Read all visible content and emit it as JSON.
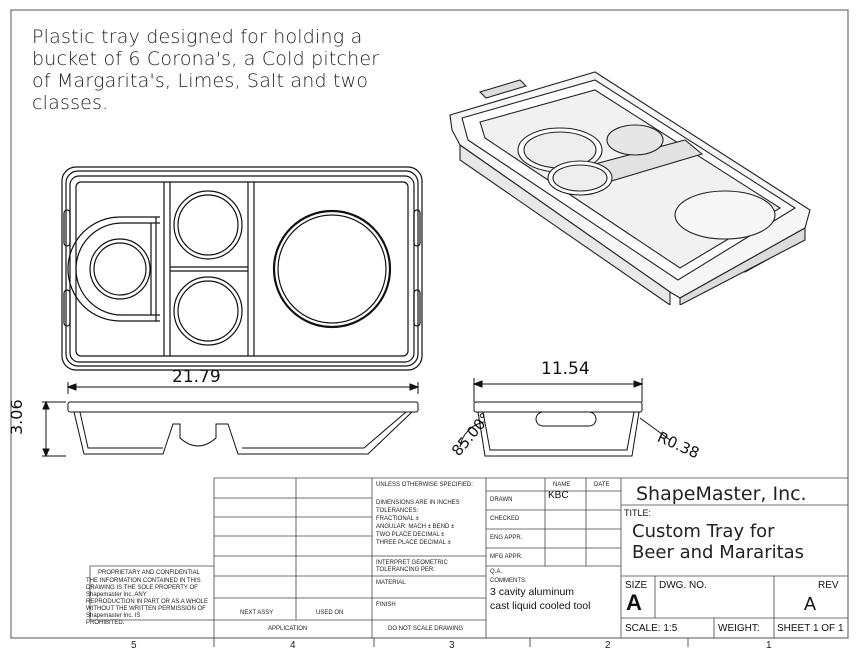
{
  "drawing": {
    "note": "Plastic tray designed for holding a bucket of 6 Corona's, a Cold pitcher of Margarita's, Limes, Salt and two classes.",
    "dimensions": {
      "length": "21.79",
      "height": "3.06",
      "width": "11.54",
      "angle": "85.00°",
      "radius": "R0.38"
    }
  },
  "title_block": {
    "company": "ShapeMaster, Inc.",
    "title_label": "TITLE:",
    "title_line1": "Custom Tray for",
    "title_line2": "Beer and Mararitas",
    "size_label": "SIZE",
    "size_value": "A",
    "dwg_label": "DWG.  NO.",
    "rev_label": "REV",
    "rev_value": "A",
    "scale": "SCALE: 1:5",
    "weight": "WEIGHT:",
    "sheet": "SHEET 1 OF 1",
    "name_header": "NAME",
    "date_header": "DATE",
    "drawn_label": "DRAWN",
    "drawn_name": "KBC",
    "checked_label": "CHECKED",
    "eng_label": "ENG APPR.",
    "mfg_label": "MFG APPR.",
    "qa_label": "Q.A.",
    "comments_label": "COMMENTS:",
    "comments_text1": "3 cavity aluminum",
    "comments_text2": "cast liquid cooled tool",
    "unless": "UNLESS OTHERWISE SPECIFIED:",
    "dims_in": "DIMENSIONS ARE IN INCHES",
    "tolerances": "TOLERANCES:",
    "fractional": "FRACTIONAL ±",
    "angular": "ANGULAR: MACH ±    BEND ±",
    "two_place": "TWO PLACE DECIMAL   ±",
    "three_place": "THREE PLACE DECIMAL  ±",
    "interpret1": "INTERPRET GEOMETRIC",
    "interpret2": "TOLERANCING PER:",
    "material": "MATERIAL",
    "finish": "FINISH",
    "do_not_scale": "DO NOT SCALE DRAWING",
    "next_assy": "NEXT ASSY",
    "used_on": "USED ON",
    "application": "APPLICATION",
    "proprietary_title": "PROPRIETARY AND CONFIDENTIAL",
    "proprietary_body": [
      "THE INFORMATION CONTAINED IN THIS",
      "DRAWING IS THE SOLE PROPERTY OF",
      "Shapemaster Inc.  ANY",
      "REPRODUCTION IN PART OR AS A WHOLE",
      "WITHOUT THE WRITTEN PERMISSION OF",
      "Shapemaster Inc. IS",
      "PROHIBITED."
    ]
  },
  "zones": [
    "5",
    "4",
    "3",
    "2",
    "1"
  ]
}
